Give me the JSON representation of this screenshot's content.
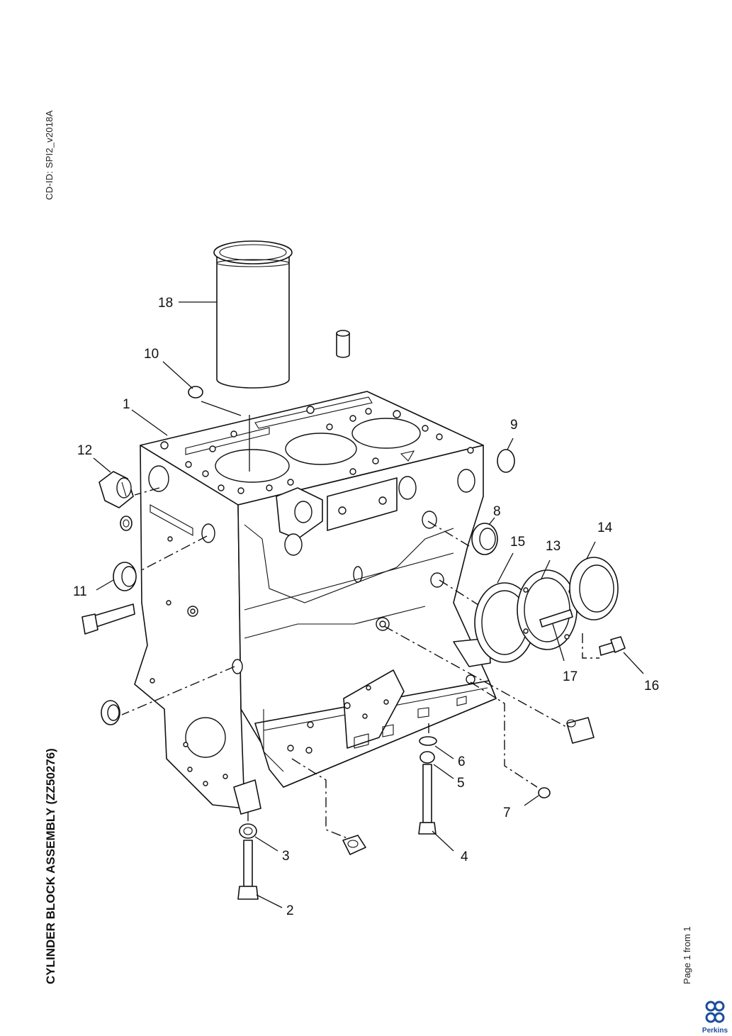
{
  "document": {
    "cd_id": "CD-ID: SPI2_v2018A",
    "title": "CYLINDER BLOCK ASSEMBLY (ZZ50276)",
    "page_label": "Page 1 from 1"
  },
  "brand": {
    "name": "Perkins",
    "color": "#1a4d9c"
  },
  "callouts": [
    "1",
    "2",
    "3",
    "4",
    "5",
    "6",
    "7",
    "8",
    "9",
    "10",
    "11",
    "12",
    "13",
    "14",
    "15",
    "16",
    "17",
    "18"
  ]
}
